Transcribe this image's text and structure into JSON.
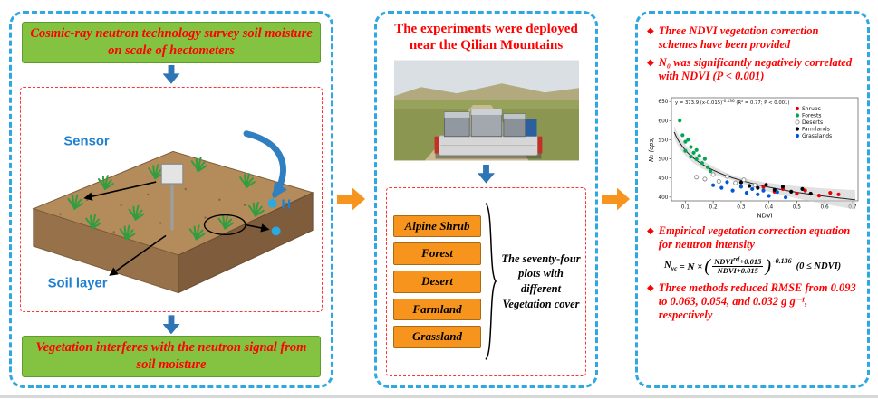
{
  "colors": {
    "panel_border": "#2fa8e1",
    "dashed_red": "#ff3333",
    "green_box": "#84c341",
    "accent_red": "#ff0000",
    "orange": "#f7941d",
    "arrow_blue": "#2e75b6",
    "label_blue": "#1f7fd0",
    "soil_brown": "#b48b5a"
  },
  "left_panel": {
    "top_box_text": "Cosmic-ray neutron technology survey soil moisture on scale of hectometers",
    "illustration": {
      "sensor_label": "Sensor",
      "soil_label": "Soil layer",
      "hydrogen_label": "H"
    },
    "bottom_box_text": "Vegetation interferes with the neutron signal from soil moisture"
  },
  "middle_panel": {
    "title": "The experiments were deployed near the Qilian Mountains",
    "vegetation_types": [
      "Alpine Shrub",
      "Forest",
      "Desert",
      "Farmland",
      "Grassland"
    ],
    "caption": "The seventy-four plots with different Vegetation cover"
  },
  "right_panel": {
    "bullet_1": "Three NDVI vegetation correction schemes have been provided",
    "bullet_2": "N₀ was significantly negatively correlated with NDVI (P < 0.001)",
    "bullet_3": "Empirical vegetation correction equation for neutron intensity",
    "bullet_4": "Three methods reduced RMSE from 0.093 to 0.063, 0.054, and 0.032 g g⁻¹, respectively",
    "bullet_marker": "◆",
    "formula": {
      "n": "N",
      "vc": "vc",
      "eq": "= N ×",
      "lparen": "(",
      "num_base": "NDVI",
      "num_sup": "ref",
      "num_tail": "+0.015",
      "den": "NDVI+0.015",
      "rparen": ")",
      "exp": "-0.136",
      "cond": "(0 ≤ NDVI)"
    }
  },
  "chart_data": {
    "type": "scatter",
    "xlabel": "NDVI",
    "ylabel": "N₀ (cps)",
    "xlim": [
      0.05,
      0.72
    ],
    "ylim": [
      390,
      660
    ],
    "xticks": [
      0.1,
      0.2,
      0.3,
      0.4,
      0.5,
      0.6,
      0.7
    ],
    "yticks": [
      400,
      450,
      500,
      550,
      600,
      650
    ],
    "grid": false,
    "legend_position": "top-right",
    "fit_label": {
      "base": "y = 373.9 (x-0.015)",
      "exponent": "-0.136",
      "stats": "(R² = 0.77; P < 0.001)"
    },
    "fit_curve": {
      "a": 373.9,
      "x_offset": 0.015,
      "exponent": -0.136,
      "band": true
    },
    "series": [
      {
        "name": "Shrubs",
        "color": "#e8000b",
        "filled": true,
        "points": [
          [
            0.38,
            426
          ],
          [
            0.42,
            414
          ],
          [
            0.45,
            421
          ],
          [
            0.5,
            409
          ],
          [
            0.53,
            417
          ],
          [
            0.58,
            404
          ],
          [
            0.62,
            411
          ],
          [
            0.65,
            407
          ]
        ]
      },
      {
        "name": "Forests",
        "color": "#00a651",
        "filled": true,
        "points": [
          [
            0.08,
            600
          ],
          [
            0.09,
            562
          ],
          [
            0.1,
            521
          ],
          [
            0.1,
            545
          ],
          [
            0.11,
            550
          ],
          [
            0.12,
            531
          ],
          [
            0.12,
            506
          ],
          [
            0.13,
            516
          ],
          [
            0.14,
            499
          ],
          [
            0.14,
            523
          ],
          [
            0.15,
            508
          ],
          [
            0.16,
            489
          ],
          [
            0.17,
            500
          ],
          [
            0.18,
            478
          ],
          [
            0.19,
            468
          ]
        ]
      },
      {
        "name": "Deserts",
        "color": "#8a8a8a",
        "filled": false,
        "points": [
          [
            0.14,
            452
          ],
          [
            0.17,
            447
          ],
          [
            0.2,
            459
          ],
          [
            0.22,
            441
          ],
          [
            0.25,
            454
          ],
          [
            0.28,
            437
          ],
          [
            0.31,
            445
          ],
          [
            0.35,
            431
          ]
        ]
      },
      {
        "name": "Farmlands",
        "color": "#000000",
        "filled": true,
        "points": [
          [
            0.3,
            438
          ],
          [
            0.33,
            429
          ],
          [
            0.36,
            424
          ],
          [
            0.39,
            432
          ],
          [
            0.42,
            419
          ],
          [
            0.45,
            427
          ],
          [
            0.48,
            414
          ],
          [
            0.52,
            421
          ],
          [
            0.55,
            409
          ]
        ]
      },
      {
        "name": "Grasslands",
        "color": "#0057d8",
        "filled": true,
        "points": [
          [
            0.2,
            431
          ],
          [
            0.23,
            424
          ],
          [
            0.25,
            439
          ],
          [
            0.27,
            417
          ],
          [
            0.3,
            427
          ],
          [
            0.32,
            411
          ],
          [
            0.34,
            421
          ],
          [
            0.36,
            407
          ],
          [
            0.38,
            417
          ],
          [
            0.4,
            403
          ],
          [
            0.43,
            413
          ],
          [
            0.46,
            399
          ]
        ]
      }
    ]
  }
}
